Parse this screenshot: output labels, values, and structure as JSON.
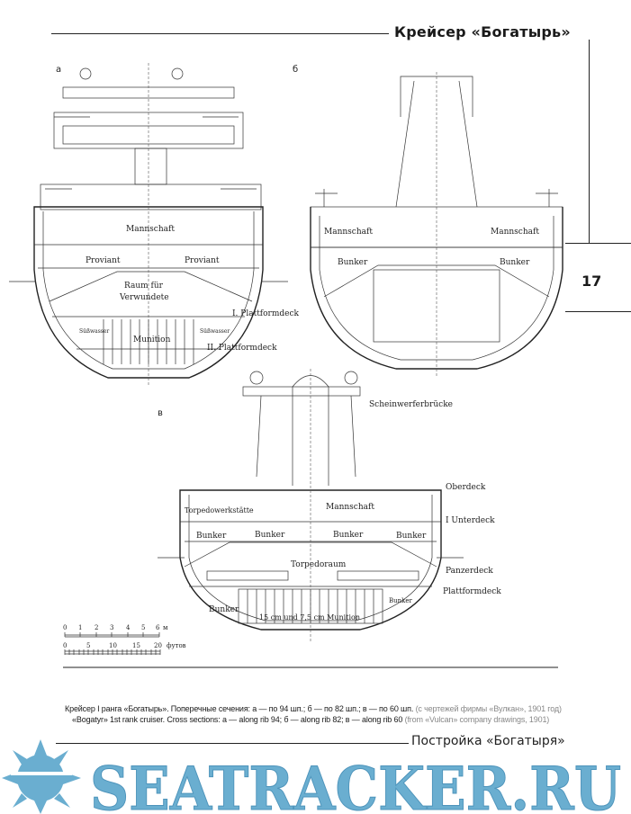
{
  "header": {
    "title": "Крейсер «Богатырь»",
    "page_number": "17"
  },
  "figures": {
    "a": {
      "letter": "а",
      "labels": {
        "crew": "Mannschaft",
        "provisions_left": "Proviant",
        "provisions_right": "Proviant",
        "wounded_1": "Raum für",
        "wounded_2": "Verwundete",
        "platform1": "I. Plattformdeck",
        "platform2": "II. Plattformdeck",
        "freshwater_left": "Süßwasser",
        "freshwater_right": "Süßwasser",
        "ammo": "Munition"
      }
    },
    "b": {
      "letter": "б",
      "labels": {
        "crew_left": "Mannschaft",
        "crew_right": "Mannschaft",
        "bunker_left": "Bunker",
        "bunker_right": "Bunker"
      }
    },
    "c": {
      "letter": "в",
      "labels": {
        "searchlight_bridge": "Scheinwerferbrücke",
        "upper_deck": "Oberdeck",
        "crew": "Mannschaft",
        "torpedo_workshop": "Torpedowerkstätte",
        "lower_deck": "I Unterdeck",
        "bunker1": "Bunker",
        "bunker2": "Bunker",
        "bunker3": "Bunker",
        "bunker4": "Bunker",
        "torpedo_room": "Torpedoraum",
        "armor_deck": "Panzerdeck",
        "platform_deck": "Plattformdeck",
        "bunker_low_left": "Bunker",
        "bunker_low_right": "Bunker",
        "ammo": "15 cm und 7,5 cm Munition"
      }
    }
  },
  "scale": {
    "meters": {
      "ticks": [
        "0",
        "1",
        "2",
        "3",
        "4",
        "5",
        "6"
      ],
      "unit": "м"
    },
    "feet": {
      "ticks": [
        "0",
        "5",
        "10",
        "15",
        "20"
      ],
      "unit": "футов"
    }
  },
  "caption": {
    "ru": "Крейсер I ранга «Богатырь». Поперечные сечения: а — по 94 шп.; б — по 82 шп.; в — по 60 шп.",
    "ru_source": "(с чертежей фирмы «Вулкан», 1901 год)",
    "en": "«Bogatyr» 1st rank cruiser. Cross sections: а — along rib 94; б — along rib 82; в — along rib 60",
    "en_source": "(from «Vulcan» company drawings, 1901)"
  },
  "footer": {
    "section_title": "Постройка «Богатыря»"
  },
  "watermark": {
    "text": "SEATRACKER.RU"
  },
  "colors": {
    "watermark": "#6aaed0",
    "ink": "#1a1a1a"
  }
}
